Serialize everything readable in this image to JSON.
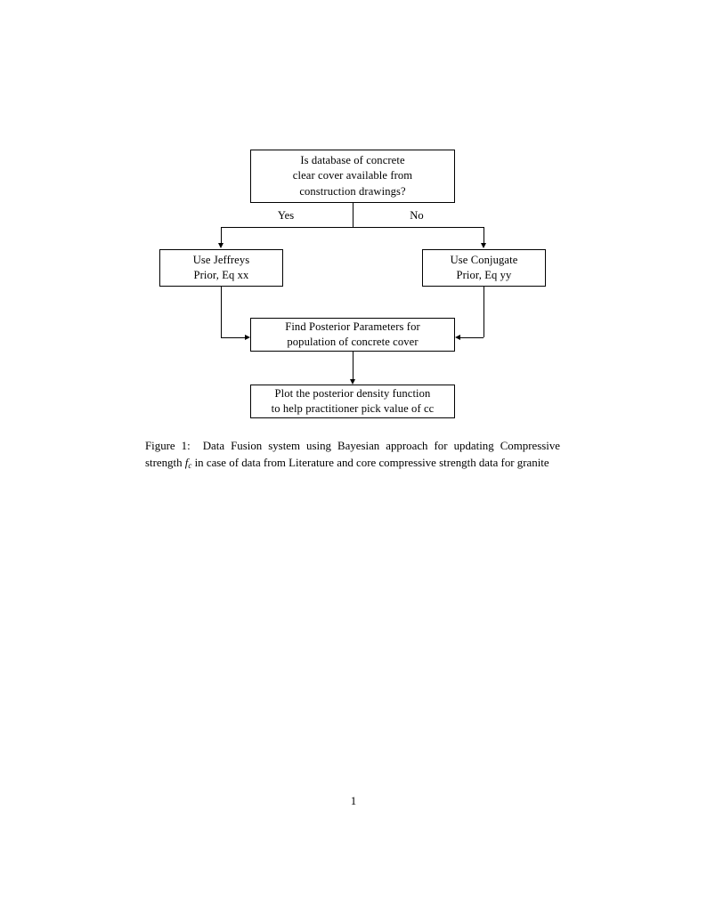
{
  "document": {
    "page_number": "1",
    "background_color": "#ffffff",
    "text_color": "#000000"
  },
  "figure": {
    "nodes": {
      "question": {
        "id": "is-database-available",
        "lines": [
          "Is database of concrete",
          "clear cover available from",
          "construction drawings?"
        ]
      },
      "jeffreys": {
        "id": "use-jeffreys-prior",
        "lines": [
          "Use Jeffreys",
          "Prior, Eq xx"
        ]
      },
      "conjugate": {
        "id": "use-conjugate-prior",
        "lines": [
          "Use Conjugate",
          "Prior, Eq yy"
        ]
      },
      "posterior": {
        "id": "find-posterior-parameters",
        "lines": [
          "Find Posterior Parameters for",
          "population of concrete cover"
        ]
      },
      "plot": {
        "id": "plot-posterior-density",
        "lines": [
          "Plot the posterior density function",
          "to help practitioner pick value of cc"
        ]
      }
    },
    "branch_labels": {
      "yes": "Yes",
      "no": "No"
    },
    "caption": {
      "label": "Figure 1:",
      "text_part_1": "Data Fusion system using Bayesian approach for updating Compressive strength",
      "math_symbol": "f",
      "math_subscript": "c",
      "text_part_2": "in case of data from Literature and core compressive strength data for granite"
    }
  }
}
